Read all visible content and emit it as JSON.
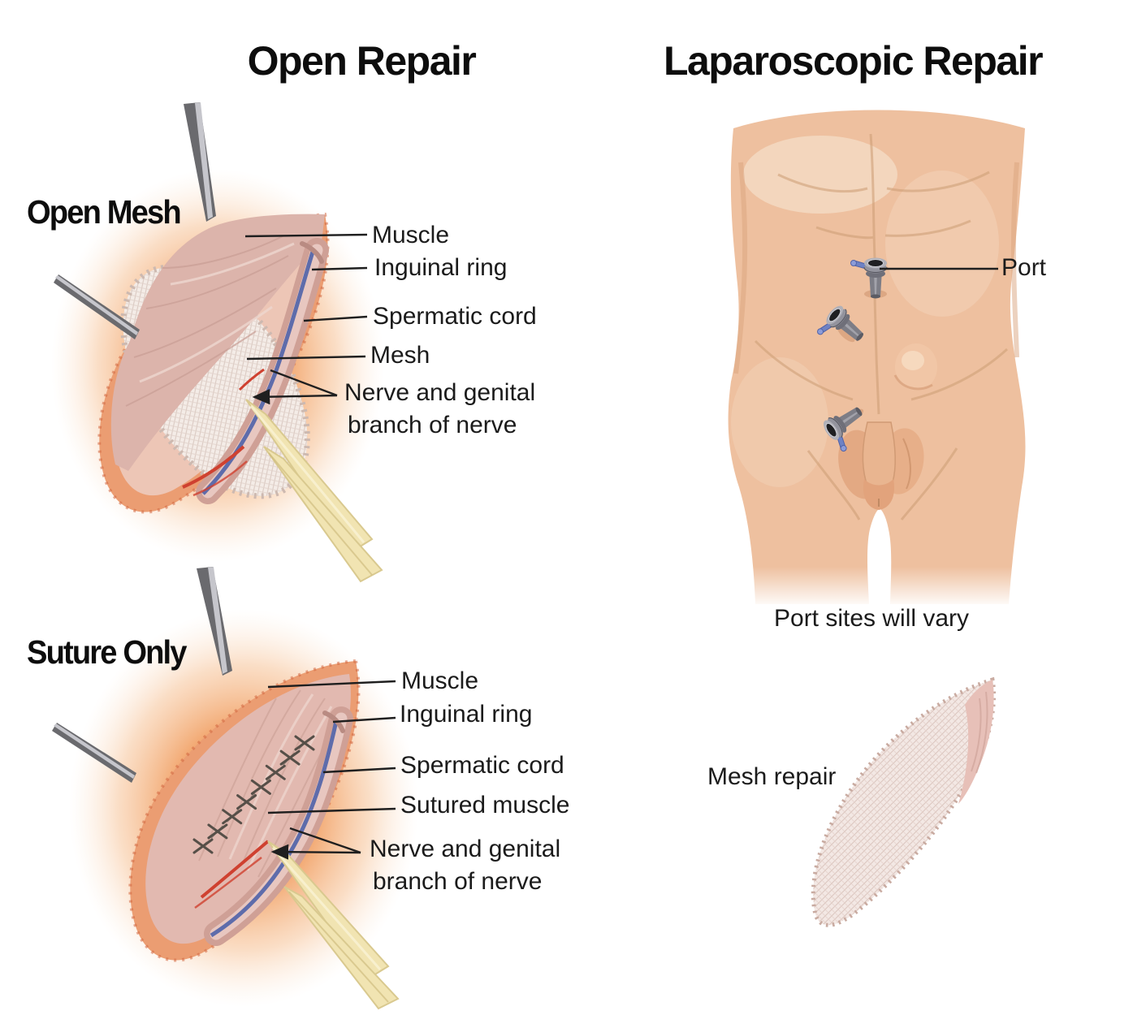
{
  "titles": {
    "left": "Open Repair",
    "right": "Laparoscopic Repair"
  },
  "open_mesh": {
    "heading": "Open Mesh",
    "muscle": "Muscle",
    "inguinal_ring": "Inguinal ring",
    "spermatic_cord": "Spermatic cord",
    "mesh": "Mesh",
    "nerve_line1": "Nerve and genital",
    "nerve_line2": "branch of nerve"
  },
  "suture_only": {
    "heading": "Suture Only",
    "muscle": "Muscle",
    "inguinal_ring": "Inguinal ring",
    "spermatic_cord": "Spermatic cord",
    "sutured_muscle": "Sutured muscle",
    "nerve_line1": "Nerve and genital",
    "nerve_line2": "branch of nerve"
  },
  "laparoscopic": {
    "port_label": "Port",
    "caption": "Port sites will vary",
    "mesh_repair_label": "Mesh repair"
  },
  "colors": {
    "skin": "#eec09f",
    "glow_orange": "#f2a169",
    "wound_fat": "#eb9d72",
    "tissue_pink": "#dcb4ab",
    "mesh_white": "#f4ece7",
    "spermatic_cord": "#cfa096",
    "vein_blue": "#5e6cab",
    "nerve_red": "#cf4130",
    "retractor_yellow": "#f1e4b2",
    "instrument_gray": "#8a8a94",
    "port_blue": "#6e82c4",
    "text": "#1b1b1b"
  }
}
